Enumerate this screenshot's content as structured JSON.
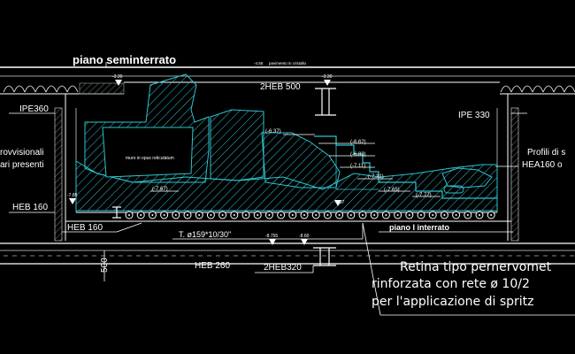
{
  "title_top": "piano seminterrato",
  "floor_note_level": "-4.55",
  "floor_note": "pavimento in cristallo",
  "beam_2heb500": "2HEB 500",
  "beam_ipe360": "IPE360",
  "beam_ipe330": "IPE 330",
  "left_text_1": "rovvisionali",
  "left_text_2": "ari presenti",
  "right_text_1": "Profili di s",
  "right_text_2": "HEA160 o",
  "beam_heb160_a": "HEB 160",
  "beam_heb160_b": "HEB 160",
  "beam_heb260": "HEB 260",
  "beam_2heb320": "2HEB320",
  "wall_label": "muro in opus reticulatum",
  "tie_rod": "T. ø159*10/30\"",
  "piano_interrato": "piano I interrato",
  "dim_500": "500",
  "level_left_top": "-3.30",
  "level_right_top": "-3.30",
  "level_mid_1": "-8.755",
  "level_mid_2": "-8.60",
  "level_left_mid": "-7.85",
  "level_center_mid": "-8.07",
  "elevations": [
    "(-6.37)",
    "(-6.62)",
    "(-6.83)",
    "(-7.11)",
    "(-7.31)",
    "(-7.65)",
    "(-7.77)",
    "(-7.67)"
  ],
  "note_line_1": "Retina tipo pernervomet",
  "note_line_2": "rinforzata con rete ø 10/2",
  "note_line_3": "per l'applicazione di spritz",
  "colors": {
    "background": "#000000",
    "linework": "#ffffff",
    "excavation": "#2ec4cf",
    "structure": "#9aa5a5",
    "annotation": "#d8d8d8"
  }
}
